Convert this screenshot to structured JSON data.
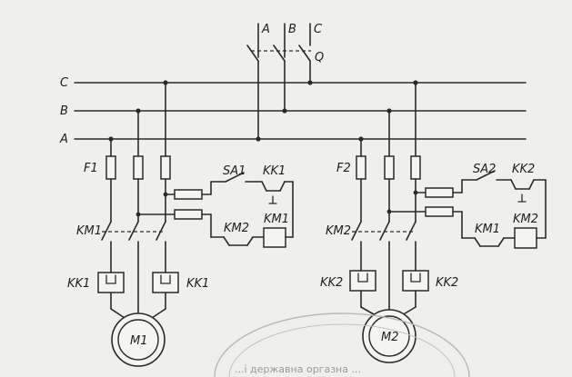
{
  "supply": {
    "phase_a": "A",
    "phase_b": "B",
    "phase_c": "C",
    "switch": "Q"
  },
  "bus": {
    "c": "C",
    "b": "B",
    "a": "A"
  },
  "circuit1": {
    "fuse": "F1",
    "contactor": "KM1",
    "relay": "KK1",
    "relay_right": "KK1",
    "motor": "M1",
    "switch": "SA1",
    "ctrl_relay": "KK1",
    "ctrl_km": "KM2",
    "coil": "KM1"
  },
  "circuit2": {
    "fuse": "F2",
    "contactor": "KM2",
    "relay": "KK2",
    "relay_right": "KK2",
    "motor": "M2",
    "switch": "SA2",
    "ctrl_relay": "KK2",
    "ctrl_km": "KM1",
    "coil": "KM2"
  },
  "stamp": {
    "text": "...і державна оргазна ..."
  },
  "colors": {
    "ink": "#2a2a2a",
    "paper": "#efefec"
  }
}
